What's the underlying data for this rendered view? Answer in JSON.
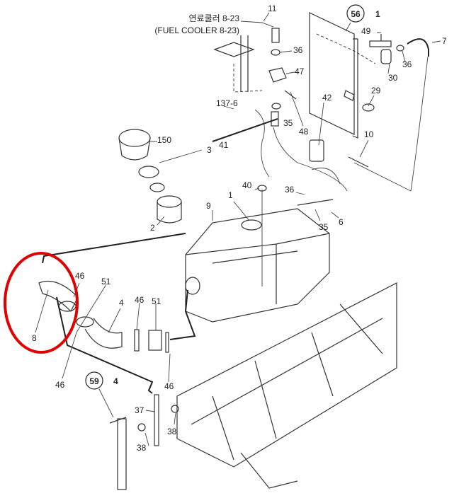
{
  "diagram": {
    "title_ko": "연료쿨러 8-23",
    "title_en": "(FUEL COOLER 8-23)",
    "highlight_color": "#e00000",
    "ref_circles": [
      {
        "ref": "56",
        "item": "1"
      },
      {
        "ref": "59",
        "item": "4"
      }
    ],
    "labels": {
      "l11": "11",
      "l49": "49",
      "l7": "7",
      "l36a": "36",
      "l47": "47",
      "l30": "30",
      "l36b": "36",
      "l29": "29",
      "l137": "137-6",
      "l42": "42",
      "l35a": "35",
      "l48": "48",
      "l10": "10",
      "l150": "150",
      "l41": "41",
      "l3": "3",
      "l40": "40",
      "l36c": "36",
      "l1": "1",
      "l9": "9",
      "l35b": "35",
      "l6": "6",
      "l2": "2",
      "l46a": "46",
      "l51a": "51",
      "l4": "4",
      "l46b": "46",
      "l51b": "51",
      "l8": "8",
      "l46c": "46",
      "l46d": "46",
      "l37": "37",
      "l38a": "38",
      "l38b": "38"
    }
  }
}
